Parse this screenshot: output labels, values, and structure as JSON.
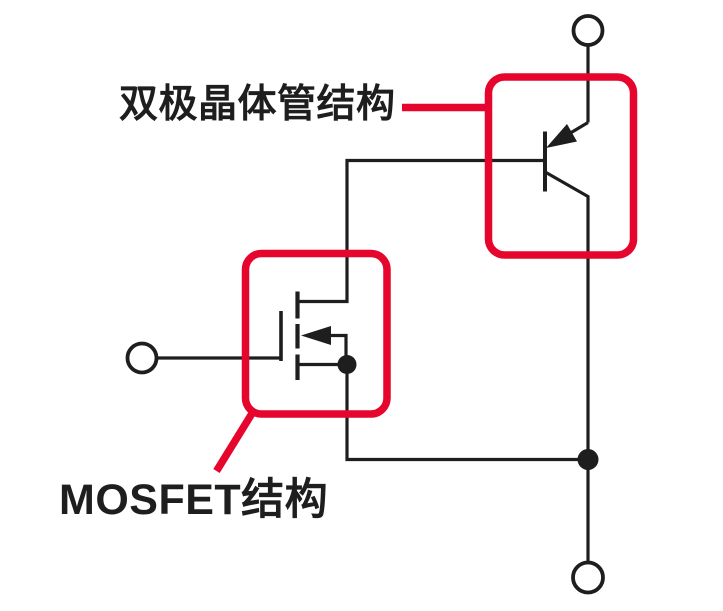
{
  "diagram": {
    "labels": {
      "bipolar_structure": "双极晶体管结构",
      "mosfet_structure": "MOSFET结构"
    },
    "symbols": {
      "bjt": "pnp-transistor-symbol",
      "mosfet": "n-channel-mosfet-symbol",
      "terminal_count": 3,
      "junction_dot_count": 2,
      "highlight_box_count": 2
    }
  },
  "colors": {
    "accent_red": "#e5052d",
    "line_black": "#1e1e1e",
    "background": "#ffffff"
  }
}
